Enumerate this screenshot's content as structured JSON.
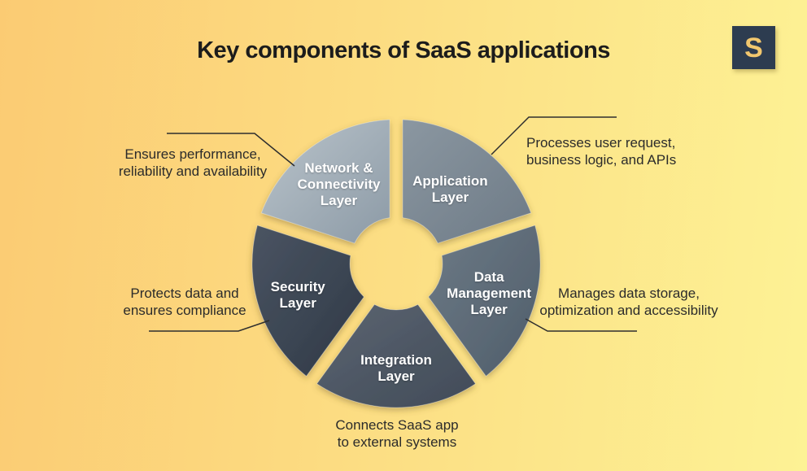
{
  "page": {
    "title": "Key components of SaaS applications",
    "logo_letter": "S"
  },
  "theme": {
    "background_from": "#fbcb73",
    "background_to": "#fdf295",
    "title_color": "#1c1c1c",
    "callout_text_color": "#2b2b2b",
    "callout_line_color": "#2e2e2e",
    "segment_label_color": "#ffffff",
    "logo_bg": "#2d3c50",
    "logo_letter_color": "#f2c76e"
  },
  "chart_data": {
    "type": "pie",
    "variant": "exploded-donut",
    "title": "Key components of SaaS applications",
    "legend_position": "none",
    "units": "equal slices",
    "segments": [
      {
        "id": "application",
        "label": "Application Layer",
        "label_lines": [
          "Application",
          "Layer"
        ],
        "value": 20,
        "start_deg": 0,
        "end_deg": 72,
        "color_from": "#8b97a1",
        "color_to": "#6d7a86",
        "callout_lines": [
          "Processes user request,",
          "business logic, and APIs"
        ]
      },
      {
        "id": "data-management",
        "label": "Data Management Layer",
        "label_lines": [
          "Data",
          "Management",
          "Layer"
        ],
        "value": 20,
        "start_deg": 72,
        "end_deg": 144,
        "color_from": "#6d7a86",
        "color_to": "#4f5d6a",
        "callout_lines": [
          "Manages data storage,",
          "optimization and accessibility"
        ]
      },
      {
        "id": "integration",
        "label": "Integration Layer",
        "label_lines": [
          "Integration",
          "Layer"
        ],
        "value": 20,
        "start_deg": 144,
        "end_deg": 216,
        "color_from": "#5b6471",
        "color_to": "#414b58",
        "callout_lines": [
          "Connects SaaS app",
          "to external systems"
        ]
      },
      {
        "id": "security",
        "label": "Security Layer",
        "label_lines": [
          "Security",
          "Layer"
        ],
        "value": 20,
        "start_deg": 216,
        "end_deg": 288,
        "color_from": "#4a5462",
        "color_to": "#2f3946",
        "callout_lines": [
          "Protects data and",
          "ensures compliance"
        ]
      },
      {
        "id": "network-connectivity",
        "label": "Network & Connectivity Layer",
        "label_lines": [
          "Network &",
          "Connectivity",
          "Layer"
        ],
        "value": 20,
        "start_deg": 288,
        "end_deg": 360,
        "color_from": "#bac4cb",
        "color_to": "#8c9aa6",
        "callout_lines": [
          "Ensures performance,",
          "reliability and availability"
        ]
      }
    ]
  }
}
